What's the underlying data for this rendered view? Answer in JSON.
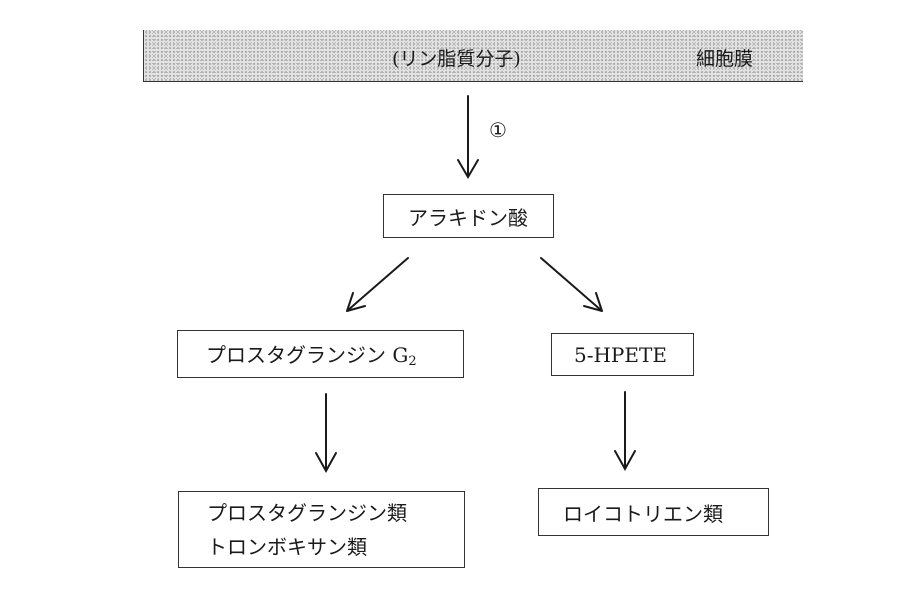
{
  "membrane": {
    "molecule": "(リン脂質分子)",
    "label": "細胞膜"
  },
  "step_marker": "①",
  "nodes": {
    "arachidonic_acid": "アラキドン酸",
    "prostaglandin_g": "プロスタグランジン G",
    "prostaglandin_g_sub": "2",
    "hpete": "5-HPETE",
    "prostaglandins": "プロスタグランジン類",
    "thromboxanes": "トロンボキサン類",
    "leukotrienes": "ロイコトリエン類"
  }
}
